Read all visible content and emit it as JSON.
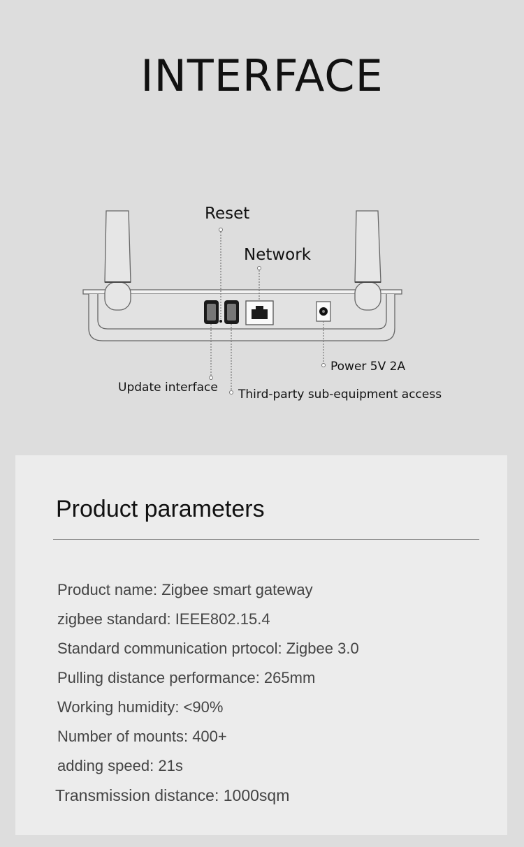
{
  "header": {
    "title": "INTERFACE"
  },
  "diagram": {
    "labels": {
      "reset": "Reset",
      "network": "Network",
      "power": "Power 5V 2A",
      "update": "Update interface",
      "third_party": "Third-party sub-equipment access"
    }
  },
  "params": {
    "title": "Product parameters",
    "items": [
      "Product name: Zigbee smart gateway",
      "zigbee standard: IEEE802.15.4",
      "Standard communication prtocol: Zigbee 3.0",
      "Pulling distance performance: 265mm",
      "Working humidity: <90%",
      "Number of mounts: 400+",
      "adding speed: 21s",
      "Transmission distance:  1000sqm"
    ]
  }
}
